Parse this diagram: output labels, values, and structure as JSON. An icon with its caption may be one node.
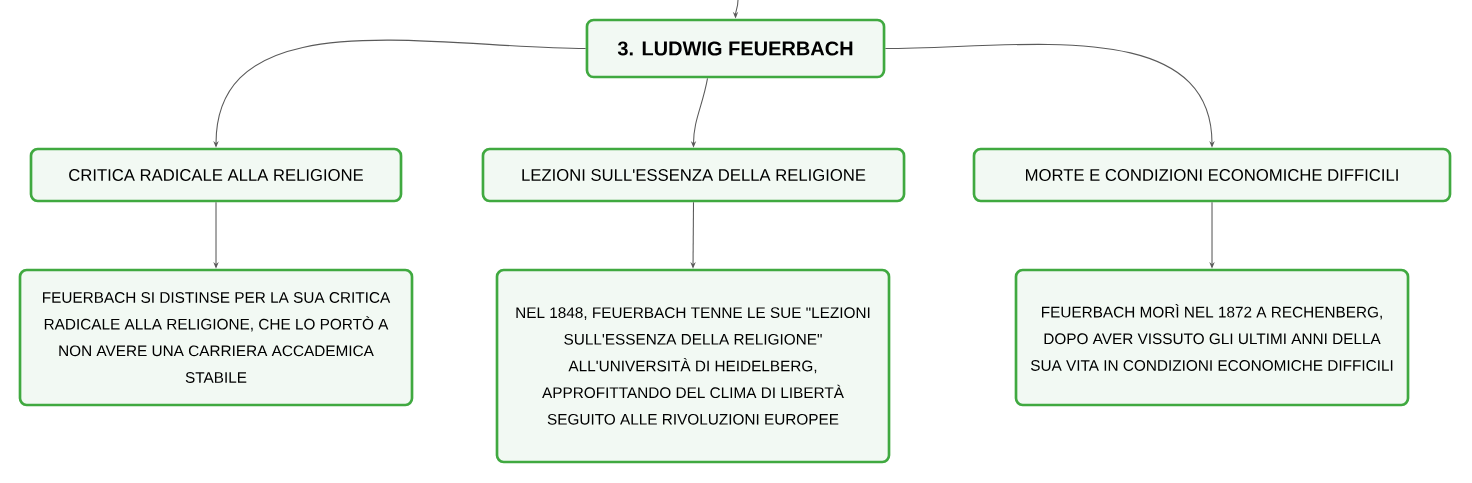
{
  "diagram": {
    "nodes": [
      {
        "text": [
          "3. LUDWIG FEUERBACH"
        ]
      },
      {
        "text": [
          "CRITICA RADICALE ALLA RELIGIONE"
        ]
      },
      {
        "text": [
          "LEZIONI SULL'ESSENZA DELLA RELIGIONE"
        ]
      },
      {
        "text": [
          "MORTE E CONDIZIONI ECONOMICHE DIFFICILI"
        ]
      },
      {
        "text": [
          "FEUERBACH SI DISTINSE PER LA SUA CRITICA RADICALE ALLA RELIGIONE, CHE LO PORTÒ A NON AVERE UNA CARRIERA ACCADEMICA STABILE"
        ]
      },
      {
        "text": [
          "NEL 1848, FEUERBACH TENNE LE SUE \"LEZIONI SULL'ESSENZA DELLA RELIGIONE\" ALL'UNIVERSITÀ DI HEIDELBERG, APPROFITTANDO DEL CLIMA DI LIBERTÀ SEGUITO ALLE RIVOLUZIONI EUROPEE"
        ]
      },
      {
        "text": [
          "FEUERBACH MORÌ NEL 1872 A RECHENBERG, DOPO AVER VISSUTO GLI ULTIMI ANNI DELLA SUA VITA IN CONDIZIONI ECONOMICHE DIFFICILI"
        ]
      }
    ],
    "edges": [
      {
        "from": null,
        "to": 0,
        "arrow": "to"
      },
      {
        "from": 0,
        "to": 1,
        "arrow": "to"
      },
      {
        "from": 0,
        "to": 2,
        "arrow": "to"
      },
      {
        "from": 0,
        "to": 3,
        "arrow": "to"
      },
      {
        "from": 1,
        "to": 4,
        "arrow": "to"
      },
      {
        "from": 2,
        "to": 5,
        "arrow": "to"
      },
      {
        "from": 3,
        "to": 6,
        "arrow": "to"
      }
    ]
  }
}
